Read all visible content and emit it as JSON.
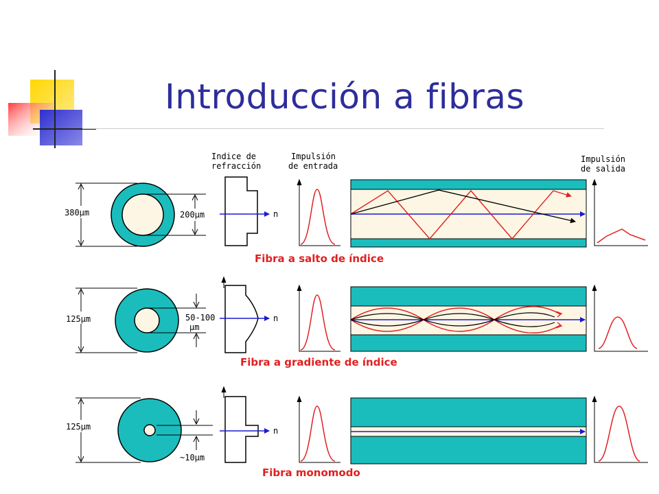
{
  "slide": {
    "title": "Introducción a fibras"
  },
  "colors": {
    "title": "#2d2d9b",
    "cladding": "#1bbcbc",
    "core": "#fdf6e4",
    "ray": "#e02020",
    "axis": "#1a1ad0",
    "caption": "#e02020"
  },
  "headers": {
    "index_line1": "Indice de",
    "index_line2": "refracción",
    "input_line1": "Impulsión",
    "input_line2": "de entrada",
    "output_line1": "Impulsión",
    "output_line2": "de salida"
  },
  "fibers": [
    {
      "outer_diameter": "380µm",
      "core_diameter": "200µm",
      "axis_label": "n",
      "caption": "Fibra a salto de índice"
    },
    {
      "outer_diameter": "125µm",
      "core_diameter_line1": "50-100",
      "core_diameter_line2": "µm",
      "axis_label": "n",
      "caption": "Fibra a gradiente de índice"
    },
    {
      "outer_diameter": "125µm",
      "core_diameter": "~10µm",
      "axis_label": "n",
      "caption": "Fibra monomodo"
    }
  ]
}
